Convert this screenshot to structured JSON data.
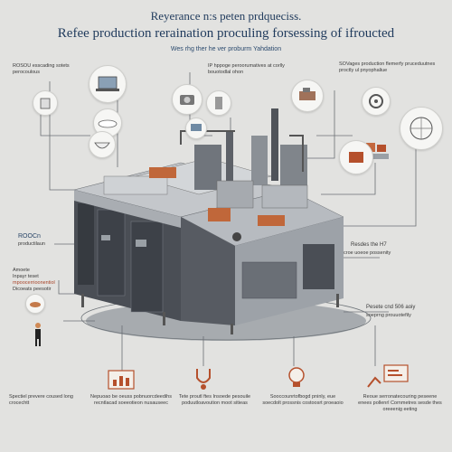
{
  "header": {
    "title_line1": "Reyerance n:s peten prdqueciss.",
    "title_line2": "Refee production reraination proculing forsessing of ifroucted",
    "subtitle": "Wes rhg ther he ver proburm Yahdation"
  },
  "callouts": {
    "top_left": "ROSOU esscading sotets perocoulous",
    "top_center_left": "IP hppoge peroorumatives at corlly bouotodlal ohon",
    "top_right": "SOVages production flemerfy pruceduutnes proctly ul pnyophaliue",
    "mid_left_title": "ROOCn",
    "mid_left_sub": "productilaun",
    "left_a": "Amoete",
    "left_b": "Inpayr teset",
    "left_c": "mpoocerrioonentiol",
    "left_d": "Dicoeats peesotir",
    "right_a": "Resdes the H7",
    "right_b": "croe uoeoe possenity",
    "right_c": "Pesete cnd 506 aoiy",
    "right_d": "soeprng prouuotefily"
  },
  "bottom_captions": [
    "Spectiel prevere coused long crocechtt",
    "Nepuoao be oeuss pobnuorcdeedihs recntlacad soeeotieon nusauseec",
    "Tete proutl ftes Insoede pesouile poduutloavoution moot sitieas",
    "Sooccounrtofbogd pninly, eue soecdolt prossnis costoosrt proeaoio",
    "Reoue serronatecouring peseene enees pollenrl Cornmetres sesde thes oreeenig eeting"
  ],
  "colors": {
    "background": "#e2e2e0",
    "title": "#1f3a5c",
    "accent": "#b5502c",
    "machine_dark": "#3d4148",
    "machine_steel": "#a9adb2",
    "floor": "#8e949a"
  },
  "icons": [
    "laptop-icon",
    "gear-icon",
    "camera-icon",
    "chip-icon",
    "globe-icon",
    "stethoscope-icon",
    "bulb-icon",
    "plate-icon",
    "chart-icon",
    "hand-icon"
  ]
}
